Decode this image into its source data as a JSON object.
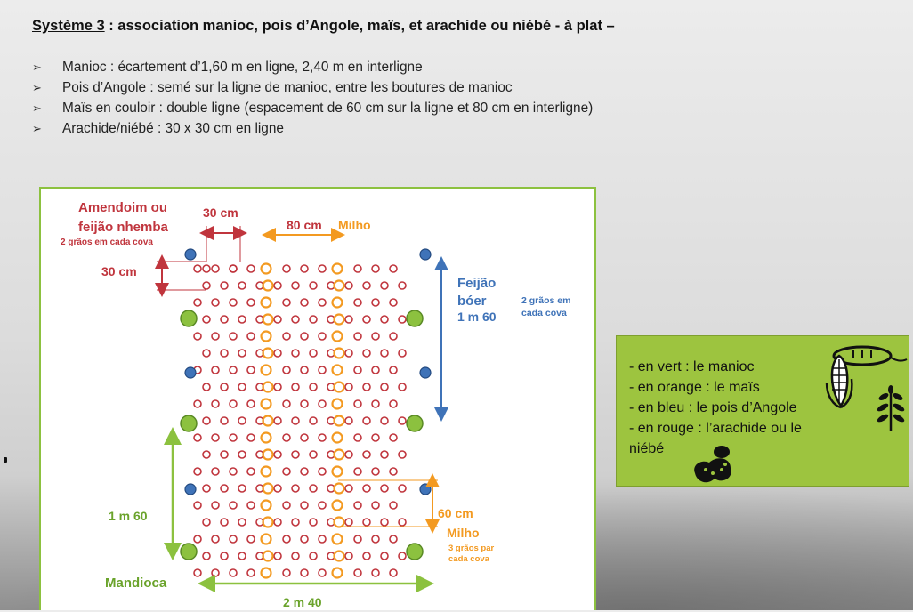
{
  "title": {
    "prefix": "Système 3",
    "rest": " : association manioc, pois d’Angole, maïs, et arachide ou niébé - à plat –"
  },
  "bullets": [
    "Manioc : écartement d’1,60 m en ligne, 2,40 m en interligne",
    "Pois d’Angole : semé sur la ligne de manioc, entre les boutures de manioc",
    "Maïs en couloir : double ligne (espacement de 60 cm sur la ligne et 80 cm en interligne)",
    "Arachide/niébé : 30 x 30 cm en ligne"
  ],
  "diagram": {
    "peanut_label_1": "Amendoim ou",
    "peanut_label_2": "feijão nhemba",
    "peanut_note": "2 grãos em cada cova",
    "dim_30cm_h": "30 cm",
    "dim_30cm_v": "30 cm",
    "dim_80cm": "80 cm",
    "maize_top": "Milho",
    "pigeon_1": "Feijão",
    "pigeon_2": "bóer",
    "pigeon_dim": "1 m 60",
    "pigeon_note_1": "2 grãos em",
    "pigeon_note_2": "cada cova",
    "cassava_dim": "1 m 60",
    "dim_60cm": "60 cm",
    "maize_bottom": "Milho",
    "maize_note_1": "3 grãos par",
    "maize_note_2": "cada cova",
    "cassava": "Mandioca",
    "dim_2m40": "2 m 40"
  },
  "legend": {
    "items": [
      "- en vert : le manioc",
      "- en orange : le maïs",
      "- en bleu : le pois d’Angole",
      "- en rouge : l’arachide ou le"
    ],
    "wrap": "niébé"
  },
  "colors": {
    "green": "#8cc13f",
    "orange": "#f39a21",
    "blue": "#3f73b8",
    "red": "#c0353d",
    "legend_bg": "#9dc43f"
  }
}
